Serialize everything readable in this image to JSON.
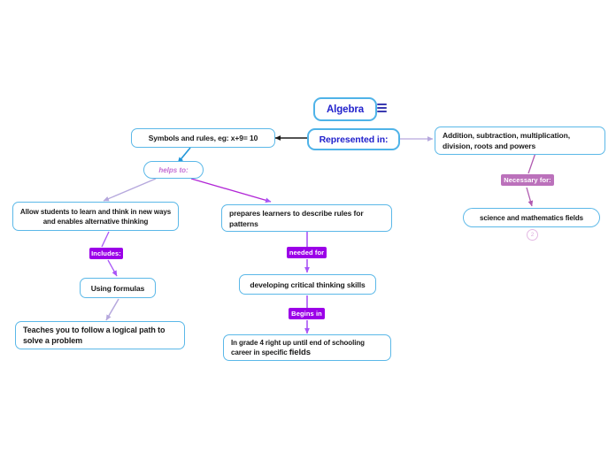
{
  "diagram": {
    "title": "Algebra",
    "menu_icon": "hamburger-menu-icon"
  },
  "nodes": {
    "algebra": {
      "label": "Algebra"
    },
    "represented_in": {
      "label": "Represented in:"
    },
    "symbols": {
      "label": "Symbols and rules,  eg: x+9= 10"
    },
    "operations": {
      "label": "Addition, subtraction, multiplication, division, roots and powers"
    },
    "science": {
      "label": "science and mathematics fields",
      "badge": "2"
    },
    "allow_students": {
      "label": "Allow students to learn and think in new ways and enables alternative thinking"
    },
    "using_formulas": {
      "label": "Using formulas"
    },
    "logical_path": {
      "label": "Teaches you to follow a logical path to solve a problem"
    },
    "prepares": {
      "label": "prepares learners to describe rules for patterns"
    },
    "critical": {
      "label": "developing critical thinking skills"
    },
    "grade4_a": {
      "label": "In grade 4 right up until end of schooling"
    },
    "grade4_b": {
      "label": "career in specific "
    },
    "grade4_c": {
      "label": "fields"
    }
  },
  "labels": {
    "helps_to": {
      "label": "helps to:"
    },
    "necessary_for": {
      "label": "Necessary for:"
    },
    "includes": {
      "label": "Includes:"
    },
    "needed_for": {
      "label": "needed for"
    },
    "begins_in": {
      "label": "Begins in"
    }
  },
  "colors": {
    "node_border": "#5bb8e8",
    "primary_border": "#4fb3e8",
    "primary_text": "#2222cc",
    "label_bright": "#9b00e8",
    "label_muted": "#bb71bb",
    "edge_purple": "#a855f7",
    "edge_light": "#b6a8dd",
    "edge_dark": "#1a1a1a",
    "badge": "#dba8db"
  }
}
